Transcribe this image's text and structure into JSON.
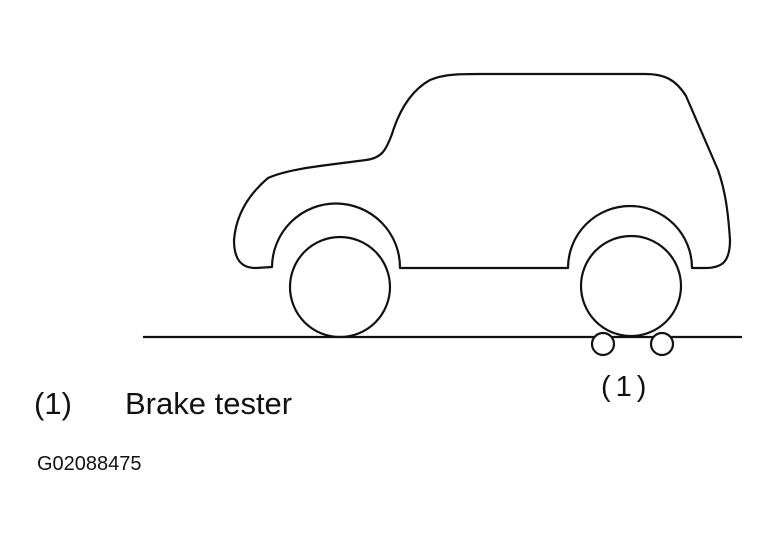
{
  "callout": "(1)",
  "legend": {
    "number": "(1)",
    "text": "Brake tester"
  },
  "figure_id": "G02088475",
  "colors": {
    "line": "#111111",
    "background": "#ffffff"
  }
}
